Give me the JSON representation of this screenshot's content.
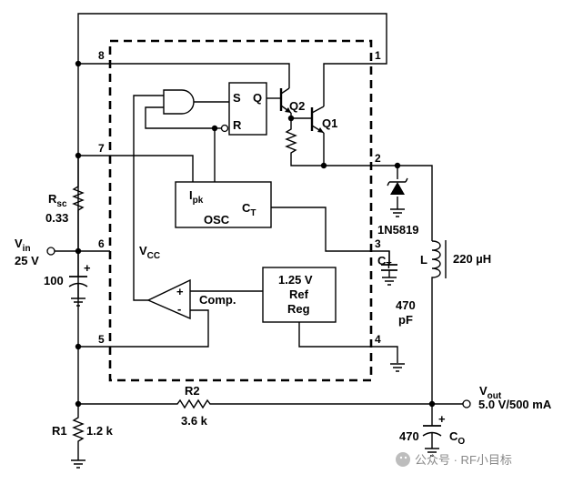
{
  "diagram": {
    "pins": [
      "8",
      "7",
      "6",
      "5",
      "1",
      "2",
      "3",
      "4"
    ],
    "flipflop": {
      "s": "S",
      "q": "Q",
      "r": "R"
    },
    "transistors": {
      "q2": "Q2",
      "q1": "Q1"
    },
    "osc": {
      "ipk": "I",
      "ipk_sub": "pk",
      "ct": "C",
      "ct_sub": "T",
      "name": "OSC"
    },
    "vcc": {
      "main": "V",
      "sub": "CC"
    },
    "comparator": {
      "label": "Comp.",
      "plus": "+",
      "minus": "-"
    },
    "ref": {
      "line1": "1.25 V",
      "line2": "Ref",
      "line3": "Reg"
    },
    "rsc": {
      "main": "R",
      "sub": "sc",
      "value": "0.33"
    },
    "vin": {
      "main": "V",
      "sub": "in",
      "value": "25 V"
    },
    "cin": {
      "value": "100",
      "plus": "+"
    },
    "diode": "1N5819",
    "inductor": {
      "name": "L",
      "value": "220 µH"
    },
    "ct_cap": {
      "main": "C",
      "sub": "T",
      "value1": "470",
      "value2": "pF"
    },
    "r2": {
      "name": "R2",
      "value": "3.6 k"
    },
    "r1": {
      "name": "R1",
      "value": "1.2 k"
    },
    "vout": {
      "main": "V",
      "sub": "out",
      "value": "5.0 V/500 mA"
    },
    "cout": {
      "value": "470",
      "main": "C",
      "sub": "O",
      "plus": "+"
    }
  },
  "watermark": "公众号 · RF小目标",
  "colors": {
    "ink": "#000000",
    "watermark": "#888888"
  }
}
